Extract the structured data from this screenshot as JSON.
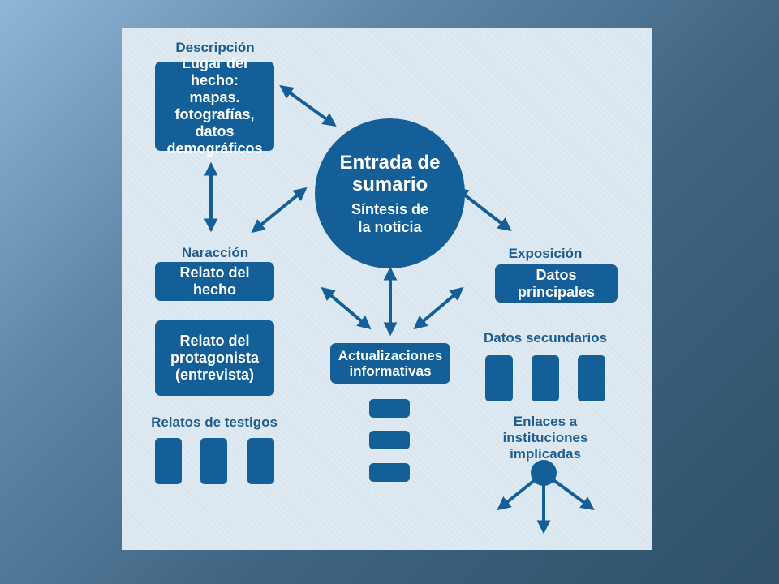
{
  "center": {
    "title": "Entrada de\nsumario",
    "subtitle": "Síntesis de\nla noticia"
  },
  "descripcion": {
    "label": "Descripción",
    "box": "Lugar del hecho:\nmapas.\nfotografías, datos\ndemográficos"
  },
  "naracion": {
    "label": "Naracción",
    "box1": "Relato del hecho",
    "box2": "Relato del\nprotagonista\n(entrevista)",
    "testigos": "Relatos de testigos"
  },
  "exposicion": {
    "label": "Exposición",
    "box": "Datos principales",
    "secundarios": "Datos secundarios",
    "enlaces": "Enlaces a instituciones\nimplicadas"
  },
  "actualizaciones": {
    "box": "Actualizaciones\ninformativas"
  },
  "colors": {
    "primary": "#145f97",
    "label_text": "#1f5c8f",
    "panel": "#d9e6f0"
  }
}
